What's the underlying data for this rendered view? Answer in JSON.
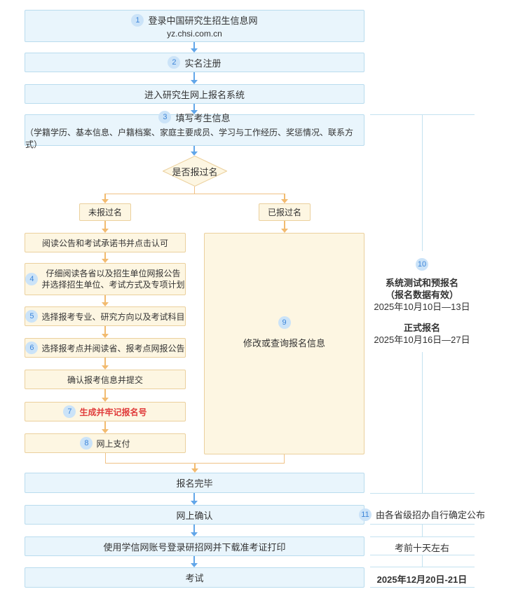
{
  "palette": {
    "blue_box_bg": "#e9f5fc",
    "blue_box_border": "#b9dcee",
    "blue_arrow": "#61a6e9",
    "cream_box_bg": "#fdf6e2",
    "cream_box_border": "#ebd09d",
    "orange_arrow": "#f2bb70",
    "orange_line": "#f0c286",
    "sidebar_line": "#c4e2f0",
    "circle_bg": "#cbe3f8",
    "circle_text": "#3e86d9",
    "text": "#333333",
    "red_text": "#e03b3b"
  },
  "top_steps": [
    {
      "num": "1",
      "label": "登录中国研究生招生信息网",
      "sub": "yz.chsi.com.cn"
    },
    {
      "num": "2",
      "label": "实名注册"
    },
    {
      "label": "进入研究生网上报名系统"
    },
    {
      "num": "3",
      "label": "填写考生信息",
      "sub": "（学籍学历、基本信息、户籍档案、家庭主要成员、学习与工作经历、奖惩情况、联系方式）"
    }
  ],
  "decision": {
    "label": "是否报过名"
  },
  "branches": {
    "not_registered": "未报过名",
    "registered": "已报过名"
  },
  "left_steps": [
    {
      "label": "阅读公告和考试承诺书并点击认可"
    },
    {
      "num": "4",
      "line1": "仔细阅读各省以及招生单位网报公告",
      "line2": "并选择招生单位、考试方式及专项计划"
    },
    {
      "num": "5",
      "label": "选择报考专业、研究方向以及考试科目"
    },
    {
      "num": "6",
      "label": "选择报考点并阅读省、报考点网报公告"
    },
    {
      "label": "确认报考信息并提交"
    },
    {
      "num": "7",
      "label": "生成并牢记报名号"
    },
    {
      "num": "8",
      "label": "网上支付"
    }
  ],
  "modify_box": {
    "num": "9",
    "label": "修改或查询报名信息"
  },
  "bottom_steps": [
    {
      "label": "报名完毕"
    },
    {
      "label": "网上确认"
    },
    {
      "label": "使用学信网账号登录研招网并下载准考证打印"
    },
    {
      "label": "考试"
    }
  ],
  "sidebar": {
    "test_note": {
      "num": "10",
      "title": "系统测试和预报名",
      "subtitle": "（报名数据有效）",
      "date_range": "2025年10月10日—13日",
      "title2": "正式报名",
      "date_range2": "2025年10月16日—27日"
    },
    "confirm_note": {
      "num": "11",
      "label": "由各省级招办自行确定公布"
    },
    "admission_note": {
      "label": "考前十天左右"
    },
    "exam_dates": {
      "label": "2025年12月20日-21日"
    }
  }
}
